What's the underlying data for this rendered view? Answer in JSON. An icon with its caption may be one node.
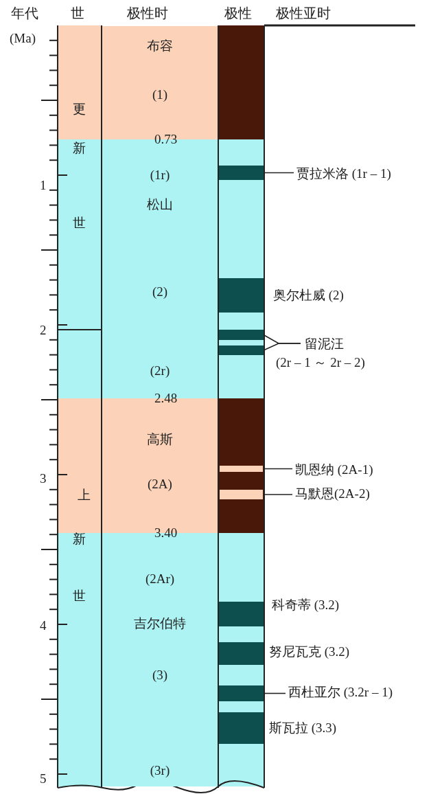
{
  "diagram": {
    "nodes": [
      {
        "text": [
          "布容",
          "(1)"
        ]
      },
      {
        "text": [
          "(1r)",
          "松山",
          "(2)",
          "(2r)"
        ]
      },
      {
        "text": [
          "高斯",
          "(2A)"
        ]
      },
      {
        "text": [
          "(2Ar)",
          "吉尔伯特",
          "(3)",
          "(3r)"
        ]
      },
      {
        "text": [],
        "shape": "bar"
      },
      {
        "text": [
          "贾拉米洛 (1r – 1)"
        ]
      },
      {
        "text": [],
        "shape": "bar"
      },
      {
        "text": [],
        "shape": "bar"
      },
      {
        "text": [
          "留泥汪 (2r – 1 ～ 2r – 2)"
        ]
      },
      {
        "text": [],
        "shape": "bar"
      },
      {
        "text": [
          "凯恩纳 (2A-1)"
        ]
      },
      {
        "text": [],
        "shape": "bar"
      },
      {
        "text": [
          "马默恩(2A-2)"
        ]
      },
      {
        "text": [],
        "shape": "bar"
      },
      {
        "text": [
          "西杜亚尔 (3.2r – 1)"
        ]
      }
    ],
    "edges": [
      {
        "from": 5,
        "to": 4,
        "arrow": "none"
      },
      {
        "from": 8,
        "to": 6,
        "arrow": "none"
      },
      {
        "from": 8,
        "to": 7,
        "arrow": "none"
      },
      {
        "from": 10,
        "to": 9,
        "arrow": "none"
      },
      {
        "from": 12,
        "to": 11,
        "arrow": "none"
      },
      {
        "from": 14,
        "to": 13,
        "arrow": "none"
      }
    ],
    "labels": [
      "年代",
      "世",
      "极性时",
      "极性",
      "极性亚时",
      "(Ma)",
      "更",
      "0.73",
      "新",
      "1",
      "世",
      "奥尔杜威 (2)",
      "2",
      "2.48",
      "3",
      "上",
      "新",
      "3.40",
      "世",
      "科奇蒂 (3.2)",
      "4",
      "努尼瓦克 (3.2)",
      "斯瓦拉 (3.3)",
      "5"
    ]
  }
}
